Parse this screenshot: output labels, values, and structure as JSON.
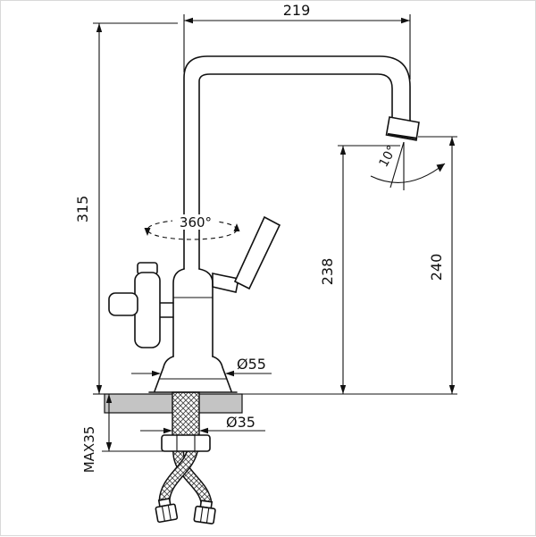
{
  "drawing_title": "faucet-installation-dimension-drawing",
  "dimensions": {
    "top_width": "219",
    "left_height": "315",
    "spout_height": "238",
    "outlet_height": "240",
    "swivel_angle": "360°",
    "tilt_angle": "10°",
    "base_diameter": "Ø55",
    "thread_diameter": "Ø35",
    "max_mount_thickness": "MAX35"
  },
  "colors": {
    "line": "#111111",
    "counter_fill": "#c4c4c4",
    "background": "#ffffff",
    "border": "#d9d9d9"
  }
}
